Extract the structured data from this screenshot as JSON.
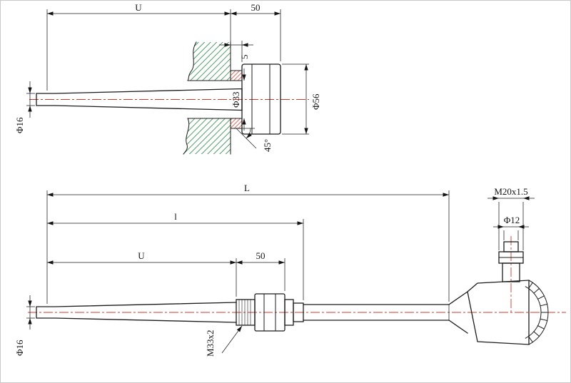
{
  "colors": {
    "outline": "#1c1c1c",
    "centerline": "#cf3a2c",
    "wall_hatch": "#3f9257",
    "thread_hatch": "#cf4a3a",
    "background": "#ffffff"
  },
  "top_view": {
    "description": "sectional detail of tapered thermowell mounted through wall",
    "dims": {
      "u": "U",
      "fifty": "50",
      "phi16": "Φ16",
      "phi33": "Φ33",
      "phi56": "Φ56",
      "five": "5",
      "angle45": "45°"
    }
  },
  "bottom_view": {
    "description": "full assembly with connection head",
    "dims": {
      "L": "L",
      "l": "l",
      "u": "U",
      "fifty": "50",
      "phi16": "Φ16",
      "m33": "M33x2",
      "m20": "M20x1.5",
      "phi12": "Φ12"
    }
  }
}
